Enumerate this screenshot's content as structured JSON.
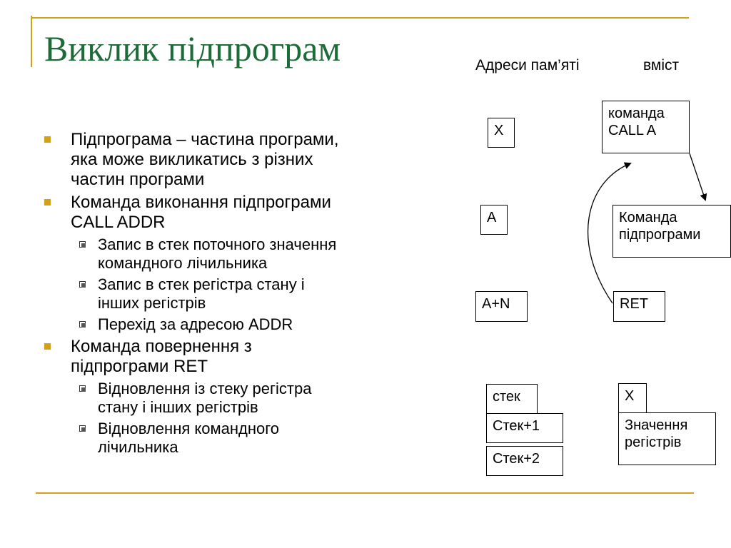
{
  "slide": {
    "title": "Виклик підпрограм",
    "header_addresses": "Адреси пам’яті",
    "header_content": "вміст"
  },
  "bullets": [
    {
      "text_lines": [
        "Підпрограма – частина програми,",
        "яка може викликатись з різних",
        "частин програми"
      ],
      "sub": []
    },
    {
      "text_lines": [
        "Команда виконання підпрограми",
        "CALL ADDR"
      ],
      "sub": [
        {
          "text_lines": [
            "Запис в стек поточного значення",
            "командного лічильника"
          ]
        },
        {
          "text_lines": [
            "Запис в стек регістра стану і",
            "інших регістрів"
          ]
        },
        {
          "text_lines": [
            "Перехід за адресою ADDR"
          ]
        }
      ]
    },
    {
      "text_lines": [
        "Команда повернення з",
        "підпрограми RET"
      ],
      "sub": [
        {
          "text_lines": [
            "Відновлення із стеку регістра",
            "стану і інших регістрів"
          ]
        },
        {
          "text_lines": [
            "Відновлення командного",
            "лічильника"
          ]
        }
      ]
    }
  ],
  "diagram": {
    "addr_x": "X",
    "addr_a": "A",
    "addr_an": "A+N",
    "content_call": [
      "команда",
      "CALL A"
    ],
    "content_sub": [
      "Команда",
      "підпрограми"
    ],
    "content_ret": "RET",
    "stack_top": "стек",
    "stack_1": "Стек+1",
    "stack_2": "Стек+2",
    "stack_x": "X",
    "stack_regs": [
      "Значення",
      "регістрів"
    ]
  }
}
